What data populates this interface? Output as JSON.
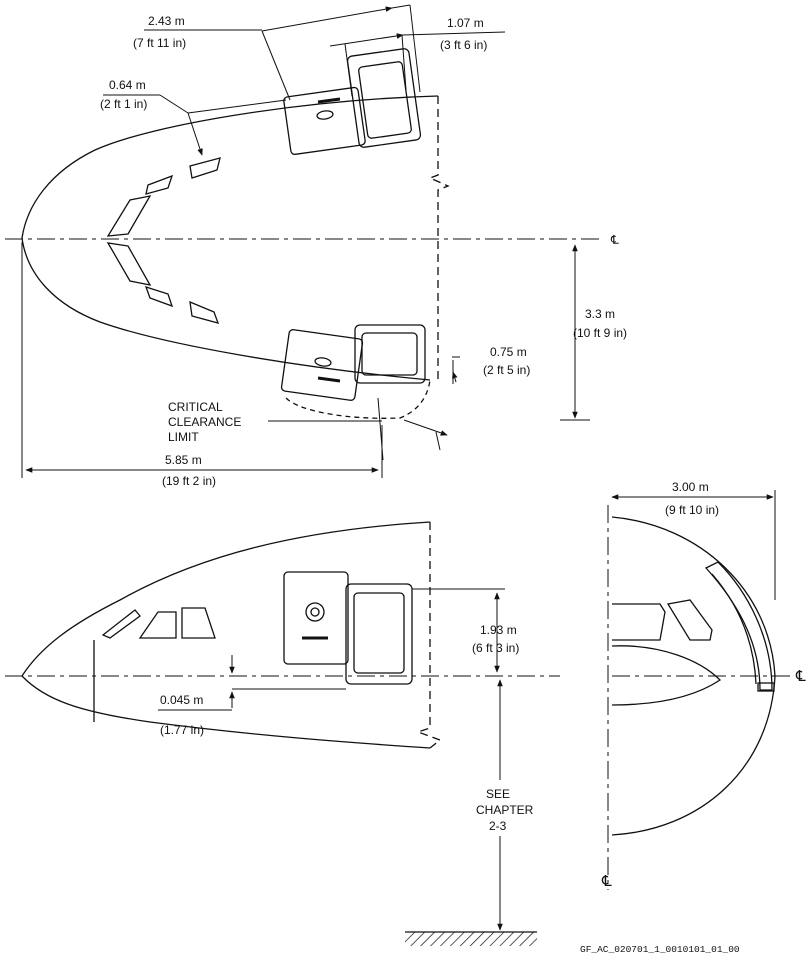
{
  "dimensions": {
    "door_width": {
      "metric": "2.43 m",
      "imperial": "(7 ft 11 in)"
    },
    "door_opening": {
      "metric": "1.07 m",
      "imperial": "(3 ft 6 in)"
    },
    "sill_offset": {
      "metric": "0.64 m",
      "imperial": "(2 ft 1 in)"
    },
    "half_width": {
      "metric": "3.3 m",
      "imperial": "(10 ft 9 in)"
    },
    "clearance_gap": {
      "metric": "0.75 m",
      "imperial": "(2 ft 5 in)"
    },
    "nose_to_limit": {
      "metric": "5.85 m",
      "imperial": "(19 ft 2 in)"
    },
    "door_height": {
      "metric": "1.93 m",
      "imperial": "(6 ft 3 in)"
    },
    "sill_height": {
      "metric": "0.045 m",
      "imperial": "(1.77 in)"
    },
    "front_radius": {
      "metric": "3.00 m",
      "imperial": "(9 ft 10 in)"
    }
  },
  "labels": {
    "critical_clearance": [
      "CRITICAL",
      "CLEARANCE",
      "LIMIT"
    ],
    "see_chapter": [
      "SEE",
      "CHAPTER",
      "2-3"
    ],
    "centerline_symbol": "℄"
  },
  "reference_code": "GF_AC_020701_1_0010101_01_00"
}
